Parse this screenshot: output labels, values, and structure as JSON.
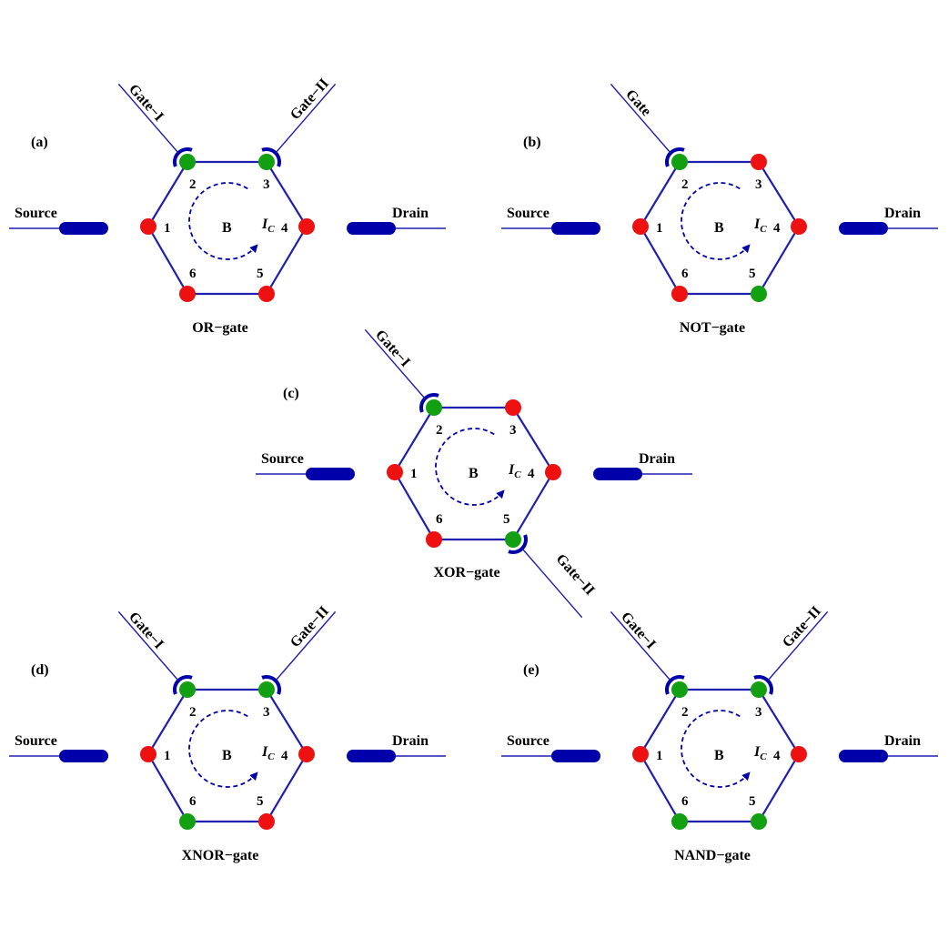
{
  "colors": {
    "line": "#1f1fb0",
    "lead": "#0000aa",
    "site_active": "#12a012",
    "site_inactive": "#ee1111"
  },
  "common": {
    "source_label": "Source",
    "drain_label": "Drain",
    "field_label": "B",
    "current_label": "I",
    "current_sub": "C",
    "site_numbers": [
      "1",
      "2",
      "3",
      "4",
      "5",
      "6"
    ]
  },
  "panels": [
    {
      "id": "a",
      "letter": "(a)",
      "caption": "OR−gate",
      "site_colors": [
        "red",
        "green",
        "green",
        "red",
        "red",
        "red"
      ],
      "gates": [
        {
          "site": 2,
          "label": "Gate−I"
        },
        {
          "site": 3,
          "label": "Gate−II"
        }
      ]
    },
    {
      "id": "b",
      "letter": "(b)",
      "caption": "NOT−gate",
      "site_colors": [
        "red",
        "green",
        "red",
        "red",
        "green",
        "red"
      ],
      "gates": [
        {
          "site": 2,
          "label": "Gate"
        }
      ]
    },
    {
      "id": "c",
      "letter": "(c)",
      "caption": "XOR−gate",
      "site_colors": [
        "red",
        "green",
        "red",
        "red",
        "green",
        "red"
      ],
      "gates": [
        {
          "site": 2,
          "label": "Gate−I"
        },
        {
          "site": 5,
          "label": "Gate−II"
        }
      ]
    },
    {
      "id": "d",
      "letter": "(d)",
      "caption": "XNOR−gate",
      "site_colors": [
        "red",
        "green",
        "green",
        "red",
        "red",
        "green"
      ],
      "gates": [
        {
          "site": 2,
          "label": "Gate−I"
        },
        {
          "site": 3,
          "label": "Gate−II"
        }
      ]
    },
    {
      "id": "e",
      "letter": "(e)",
      "caption": "NAND−gate",
      "site_colors": [
        "red",
        "green",
        "green",
        "red",
        "green",
        "green"
      ],
      "gates": [
        {
          "site": 2,
          "label": "Gate−I"
        },
        {
          "site": 3,
          "label": "Gate−II"
        }
      ]
    }
  ]
}
